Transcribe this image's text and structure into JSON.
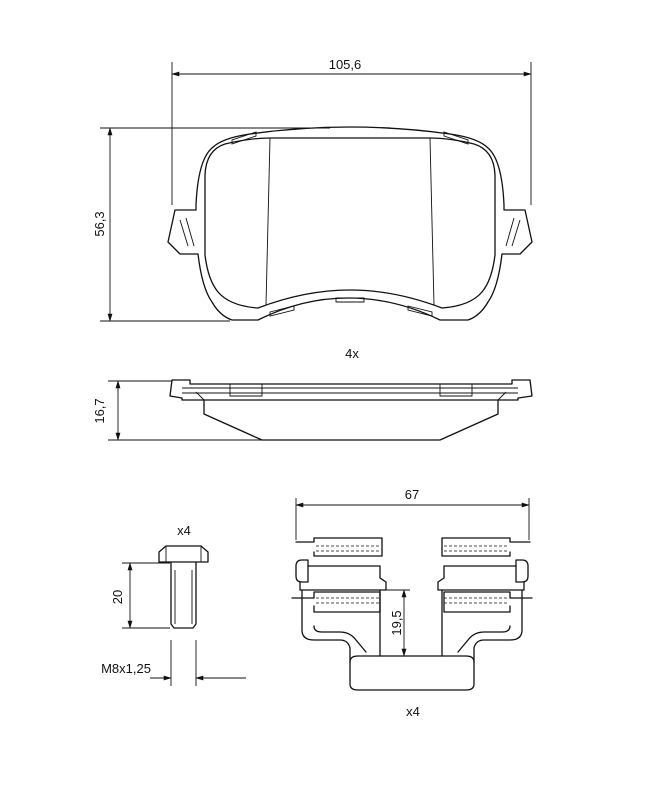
{
  "dimensions": {
    "pad_width": "105,6",
    "pad_height": "56,3",
    "pad_thickness": "16,7",
    "clip_width": "67",
    "clip_depth": "19,5",
    "bolt_length": "20",
    "bolt_thread": "M8x1,25"
  },
  "quantities": {
    "pads": "4x",
    "bolts": "x4",
    "clips": "x4"
  }
}
